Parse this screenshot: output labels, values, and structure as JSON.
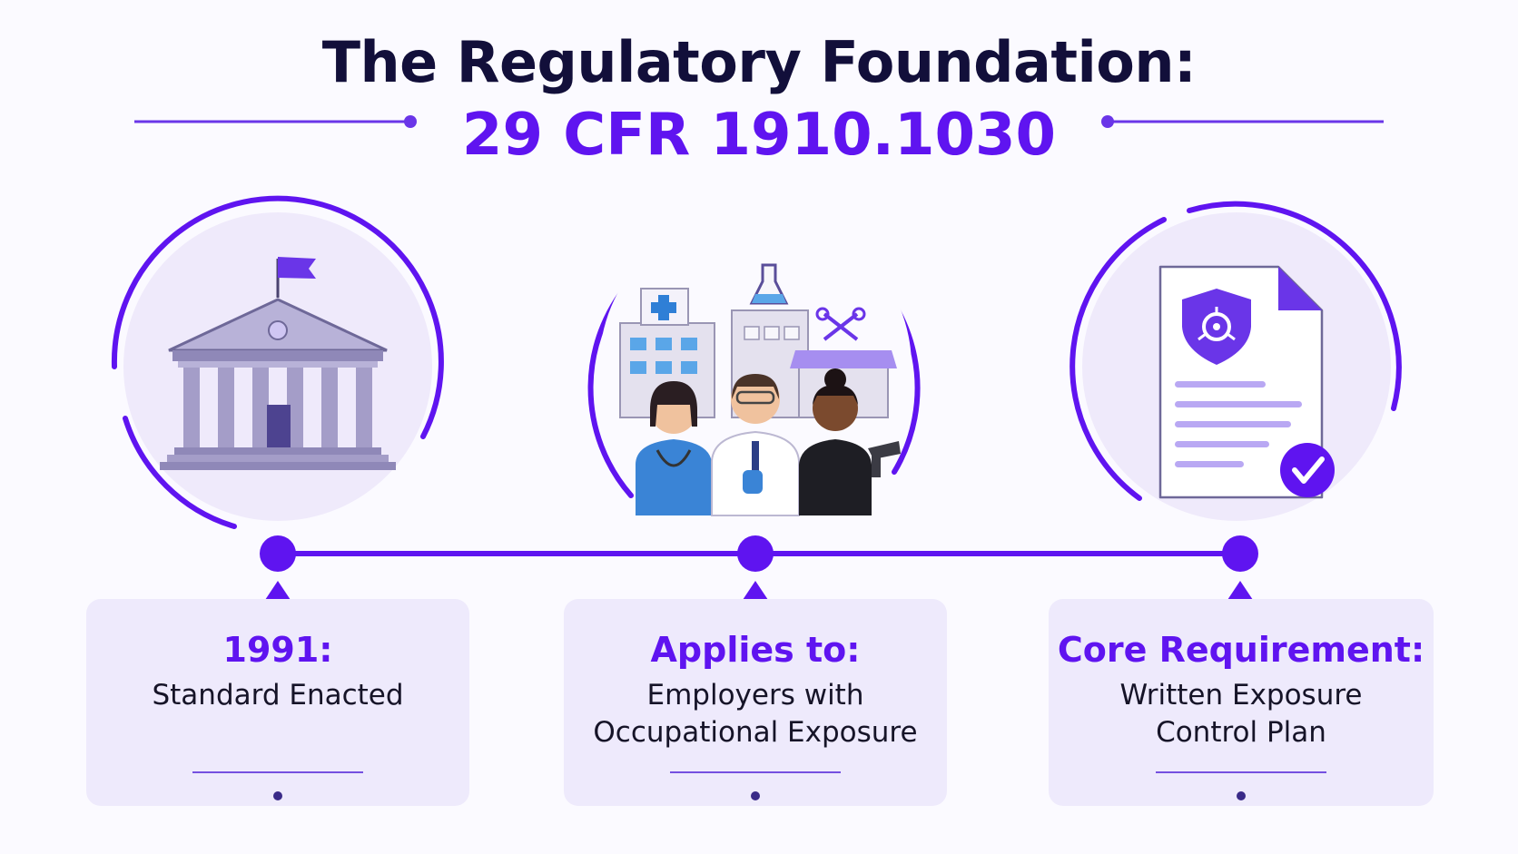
{
  "title": {
    "line1": "The Regulatory Foundation:",
    "line2": "29 CFR 1910.1030"
  },
  "colors": {
    "accent": "#5f14f0",
    "title": "#120f3a",
    "card_bg": "#eeeafc",
    "circle_fill": "#efeafb"
  },
  "steps": [
    {
      "heading": "1991:",
      "text_lines": [
        "Standard Enacted"
      ],
      "icon": "government-building-icon"
    },
    {
      "heading": "Applies to:",
      "text_lines": [
        "Employers with",
        "Occupational Exposure"
      ],
      "icon": "workers-and-workplaces-icon"
    },
    {
      "heading": "Core Requirement:",
      "text_lines": [
        "Written Exposure",
        "Control Plan"
      ],
      "icon": "biohazard-document-checkmark-icon"
    }
  ]
}
